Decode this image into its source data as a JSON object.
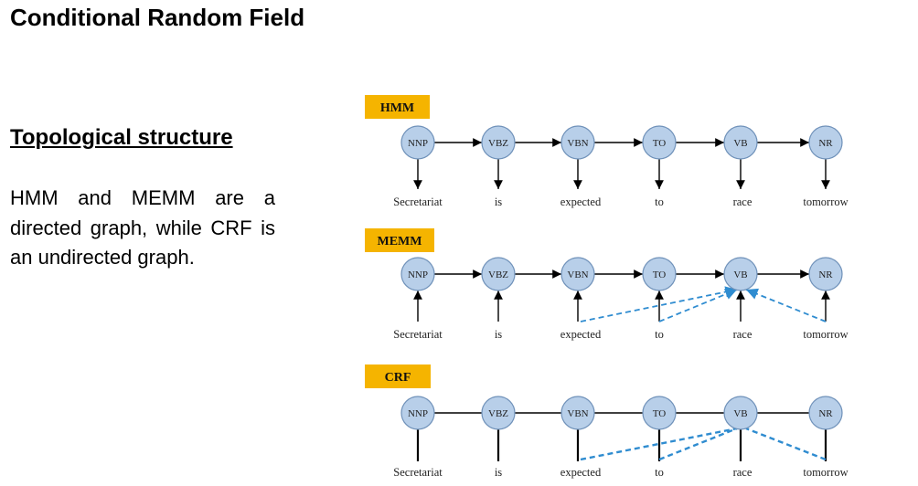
{
  "slide": {
    "title": "Conditional Random Field",
    "subtitle": "Topological structure",
    "body": "HMM and MEMM are a directed graph, while CRF is an undirected graph."
  },
  "diagram": {
    "node_fill": "#b8cfe9",
    "node_stroke": "#6f91b9",
    "label_fill": "#f5b400",
    "dashed_color": "#2f8cd0",
    "panels": [
      {
        "label": "HMM",
        "nodes": [
          "NNP",
          "VBZ",
          "VBN",
          "TO",
          "VB",
          "NR"
        ],
        "words": [
          "Secretariat",
          "is",
          "expected",
          "to",
          "race",
          "tomorrow"
        ]
      },
      {
        "label": "MEMM",
        "nodes": [
          "NNP",
          "VBZ",
          "VBN",
          "TO",
          "VB",
          "NR"
        ],
        "words": [
          "Secretariat",
          "is",
          "expected",
          "to",
          "race",
          "tomorrow"
        ]
      },
      {
        "label": "CRF",
        "nodes": [
          "NNP",
          "VBZ",
          "VBN",
          "TO",
          "VB",
          "NR"
        ],
        "words": [
          "Secretariat",
          "is",
          "expected",
          "to",
          "race",
          "tomorrow"
        ]
      }
    ]
  }
}
